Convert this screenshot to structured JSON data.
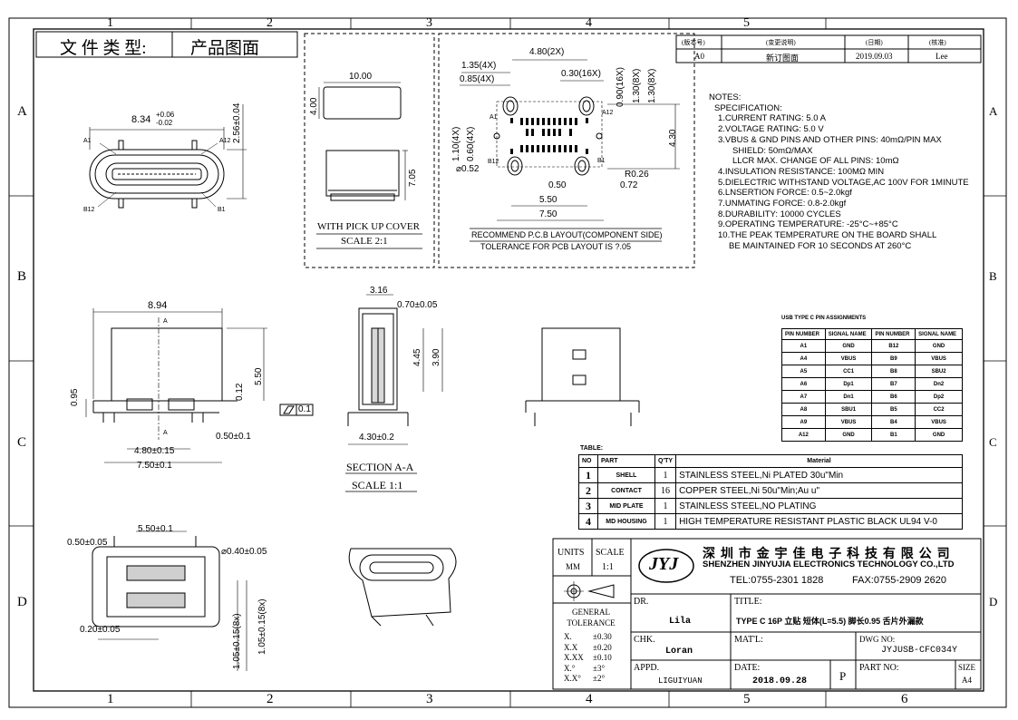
{
  "border": {
    "cols_top": [
      "1",
      "2",
      "3",
      "4",
      "5"
    ],
    "cols_bottom": [
      "1",
      "2",
      "3",
      "4",
      "5",
      "6"
    ],
    "rows_left": [
      "A",
      "B",
      "C",
      "D"
    ],
    "rows_right": [
      "A",
      "B",
      "C",
      "D"
    ]
  },
  "file_type": {
    "label": "文 件 类 型:",
    "value": "产品图面"
  },
  "revision": {
    "headers": [
      "(版本号)",
      "(变更说明)",
      "(日期)",
      "(核准)"
    ],
    "rows": [
      [
        "A0",
        "新订图面",
        "2019.09.03",
        "Lee"
      ]
    ]
  },
  "dims": {
    "front_width": "8.34",
    "front_tol_plus": "+0.06",
    "front_tol_minus": "-0.02",
    "front_height": "2.56±0.04",
    "a1": "A1",
    "a12": "A12",
    "b12": "B12",
    "b1": "B1",
    "cover_width": "10.00",
    "cover_height": "4.00",
    "cover_side_height": "7.05",
    "cover_caption": "WITH PICK UP COVER",
    "cover_scale": "SCALE 2:1",
    "pcb_480": "4.80(2X)",
    "pcb_135": "1.35(4X)",
    "pcb_085": "0.85(4X)",
    "pcb_030": "0.30(16X)",
    "pcb_090": "0.90(16X)",
    "pcb_130": "1.30(8X)",
    "pcb_130b": "1.30(8X)",
    "pcb_110": "1.10(4X)",
    "pcb_060": "0.60(4X)",
    "pcb_052": "⌀0.52",
    "pcb_050": "0.50",
    "pcb_072": "0.72",
    "pcb_550": "5.50",
    "pcb_750": "7.50",
    "pcb_430": "4.30",
    "pcb_r026": "R0.26",
    "pcb_a1": "A1",
    "pcb_a12": "A12",
    "pcb_b12": "B12",
    "pcb_b1": "B1",
    "pcb_caption": "RECOMMEND P.C.B LAYOUT(COMPONENT SIDE)",
    "pcb_tolerance": "TOLERANCE FOR PCB LAYOUT IS ?.05",
    "side_894": "8.94",
    "side_550": "5.50",
    "side_012": "0.12",
    "side_095": "0.95",
    "side_480": "4.80±0.15",
    "side_750": "7.50±0.1",
    "side_050": "0.50±0.1",
    "side_a": "A",
    "side_a2": "A",
    "flat_tol": "0.1",
    "sec_316": "3.16",
    "sec_070": "0.70±0.05",
    "sec_445": "4.45",
    "sec_390": "3.90",
    "sec_430": "4.30±0.2",
    "sec_title": "SECTION A-A",
    "sec_scale": "SCALE 1:1",
    "bot_550": "5.50±0.1",
    "bot_050": "0.50±0.05",
    "bot_040": "⌀0.40±0.05",
    "bot_020": "0.20±0.05",
    "bot_105a": "1.05±0.15(8x)",
    "bot_105b": "1.05±0.15(8x)"
  },
  "notes": {
    "title": "NOTES:",
    "lines": [
      "SPECIFICATION:",
      "1.CURRENT RATING: 5.0 A",
      "2.VOLTAGE RATING: 5.0 V",
      "3.VBUS & GND PINS AND OTHER PINS: 40mΩ/PIN MAX",
      "SHIELD: 50mΩ/MAX",
      "LLCR MAX. CHANGE OF ALL PINS: 10mΩ",
      "4.INSULATION RESISTANCE:  100MΩ MIN",
      "5.DIELECTRIC WITHSTAND VOLTAGE,AC 100V FOR 1MINUTE",
      "6.LNSERTION FORCE: 0.5~2.0kgf",
      "7.UNMATING FORCE: 0.8-2.0kgf",
      "8.DURABILITY: 10000 CYCLES",
      "9.OPERATING TEMPERATURE: -25°C~+85°C",
      "10.THE PEAK TEMPERATURE ON THE BOARD SHALL",
      "BE MAINTAINED FOR 10 SECONDS AT 260°C"
    ]
  },
  "pin_table": {
    "title": "USB TYPE C PIN ASSIGNMENTS",
    "headers": [
      "PIN NUMBER",
      "SIGNAL NAME",
      "PIN NUMBER",
      "SIGNAL NAME"
    ],
    "rows": [
      [
        "A1",
        "GND",
        "B12",
        "GND"
      ],
      [
        "A4",
        "VBUS",
        "B9",
        "VBUS"
      ],
      [
        "A5",
        "CC1",
        "B8",
        "SBU2"
      ],
      [
        "A6",
        "Dp1",
        "B7",
        "Dn2"
      ],
      [
        "A7",
        "Dn1",
        "B6",
        "Dp2"
      ],
      [
        "A8",
        "SBU1",
        "B5",
        "CC2"
      ],
      [
        "A9",
        "VBUS",
        "B4",
        "VBUS"
      ],
      [
        "A12",
        "GND",
        "B1",
        "GND"
      ]
    ]
  },
  "parts_table": {
    "title": "TABLE:",
    "headers": [
      "NO",
      "PART",
      "Q'TY",
      "Material"
    ],
    "rows": [
      [
        "1",
        "SHELL",
        "1",
        "STAINLESS STEEL,Ni PLATED 30u\"Min"
      ],
      [
        "2",
        "CONTACT",
        "16",
        "COPPER STEEL,Ni 50u\"Min;Au u\""
      ],
      [
        "3",
        "MID PLATE",
        "1",
        "STAINLESS STEEL,NO PLATING"
      ],
      [
        "4",
        "MD HOUSING",
        "1",
        "HIGH TEMPERATURE RESISTANT PLASTIC BLACK UL94 V-0"
      ]
    ]
  },
  "title_block": {
    "units_label": "UNITS",
    "units_value": "MM",
    "scale_label": "SCALE",
    "scale_value": "1:1",
    "logo": "JYJ",
    "company_cn": "深 圳 市 金 宇 佳 电 子 科 技 有 限 公 司",
    "company_en": "SHENZHEN JINYUJIA ELECTRONICS TECHNOLOGY CO.,LTD",
    "tel": "TEL:0755-2301 1828",
    "fax": "FAX:0755-2909 2620",
    "tolerance_title": "GENERAL\nTOLERANCE",
    "tolerance_rows": [
      [
        "X.",
        "±0.30"
      ],
      [
        "X.X",
        "±0.20"
      ],
      [
        "X.XX",
        "±0.10"
      ],
      [
        "X.°",
        "±3°"
      ],
      [
        "X.X°",
        "±2°"
      ]
    ],
    "dr_label": "DR.",
    "dr_value": "Lila",
    "chk_label": "CHK.",
    "chk_value": "Loran",
    "appd_label": "APPD.",
    "appd_value": "LIGUIYUAN",
    "title_label": "TITLE:",
    "title_value": "TYPE C 16P  立贴 短体(L=5.5) 脚长0.95 舌片外漏款",
    "mat_label": "MAT'L:",
    "dwg_label": "DWG NO:",
    "dwg_value": "JYJUSB-CFC034Y",
    "date_label": "DATE:",
    "date_value": "2018.09.28",
    "p_mark": "P",
    "part_label": "PART NO:",
    "size_label": "SIZE",
    "size_value": "A4"
  }
}
